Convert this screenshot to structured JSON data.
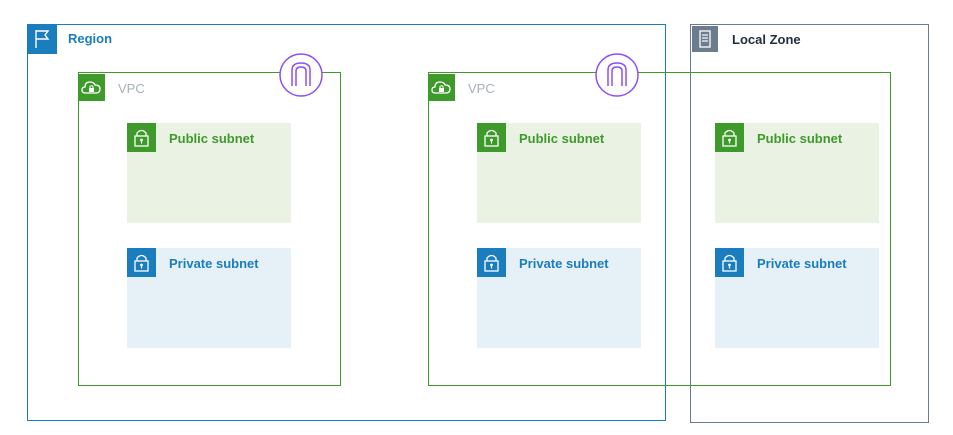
{
  "region": {
    "label": "Region"
  },
  "local_zone": {
    "label": "Local Zone"
  },
  "vpcs": [
    {
      "label": "VPC",
      "public_subnet": "Public subnet",
      "private_subnet": "Private subnet"
    },
    {
      "label": "VPC",
      "public_subnet": "Public subnet",
      "private_subnet": "Private subnet"
    }
  ],
  "local_zone_subnets": {
    "public_subnet": "Public subnet",
    "private_subnet": "Private subnet"
  },
  "colors": {
    "region_blue": "#1a7dbe",
    "vpc_green": "#3f9a2c",
    "local_zone_gray": "#6b7c8c",
    "public_subnet_fill": "#eaf2e4",
    "private_subnet_fill": "#e6f0f7"
  },
  "icons": {
    "region": "flag-icon",
    "local_zone": "server-icon",
    "vpc": "cloud-lock-icon",
    "subnet": "padlock-icon",
    "gateway": "internet-gateway-icon"
  }
}
